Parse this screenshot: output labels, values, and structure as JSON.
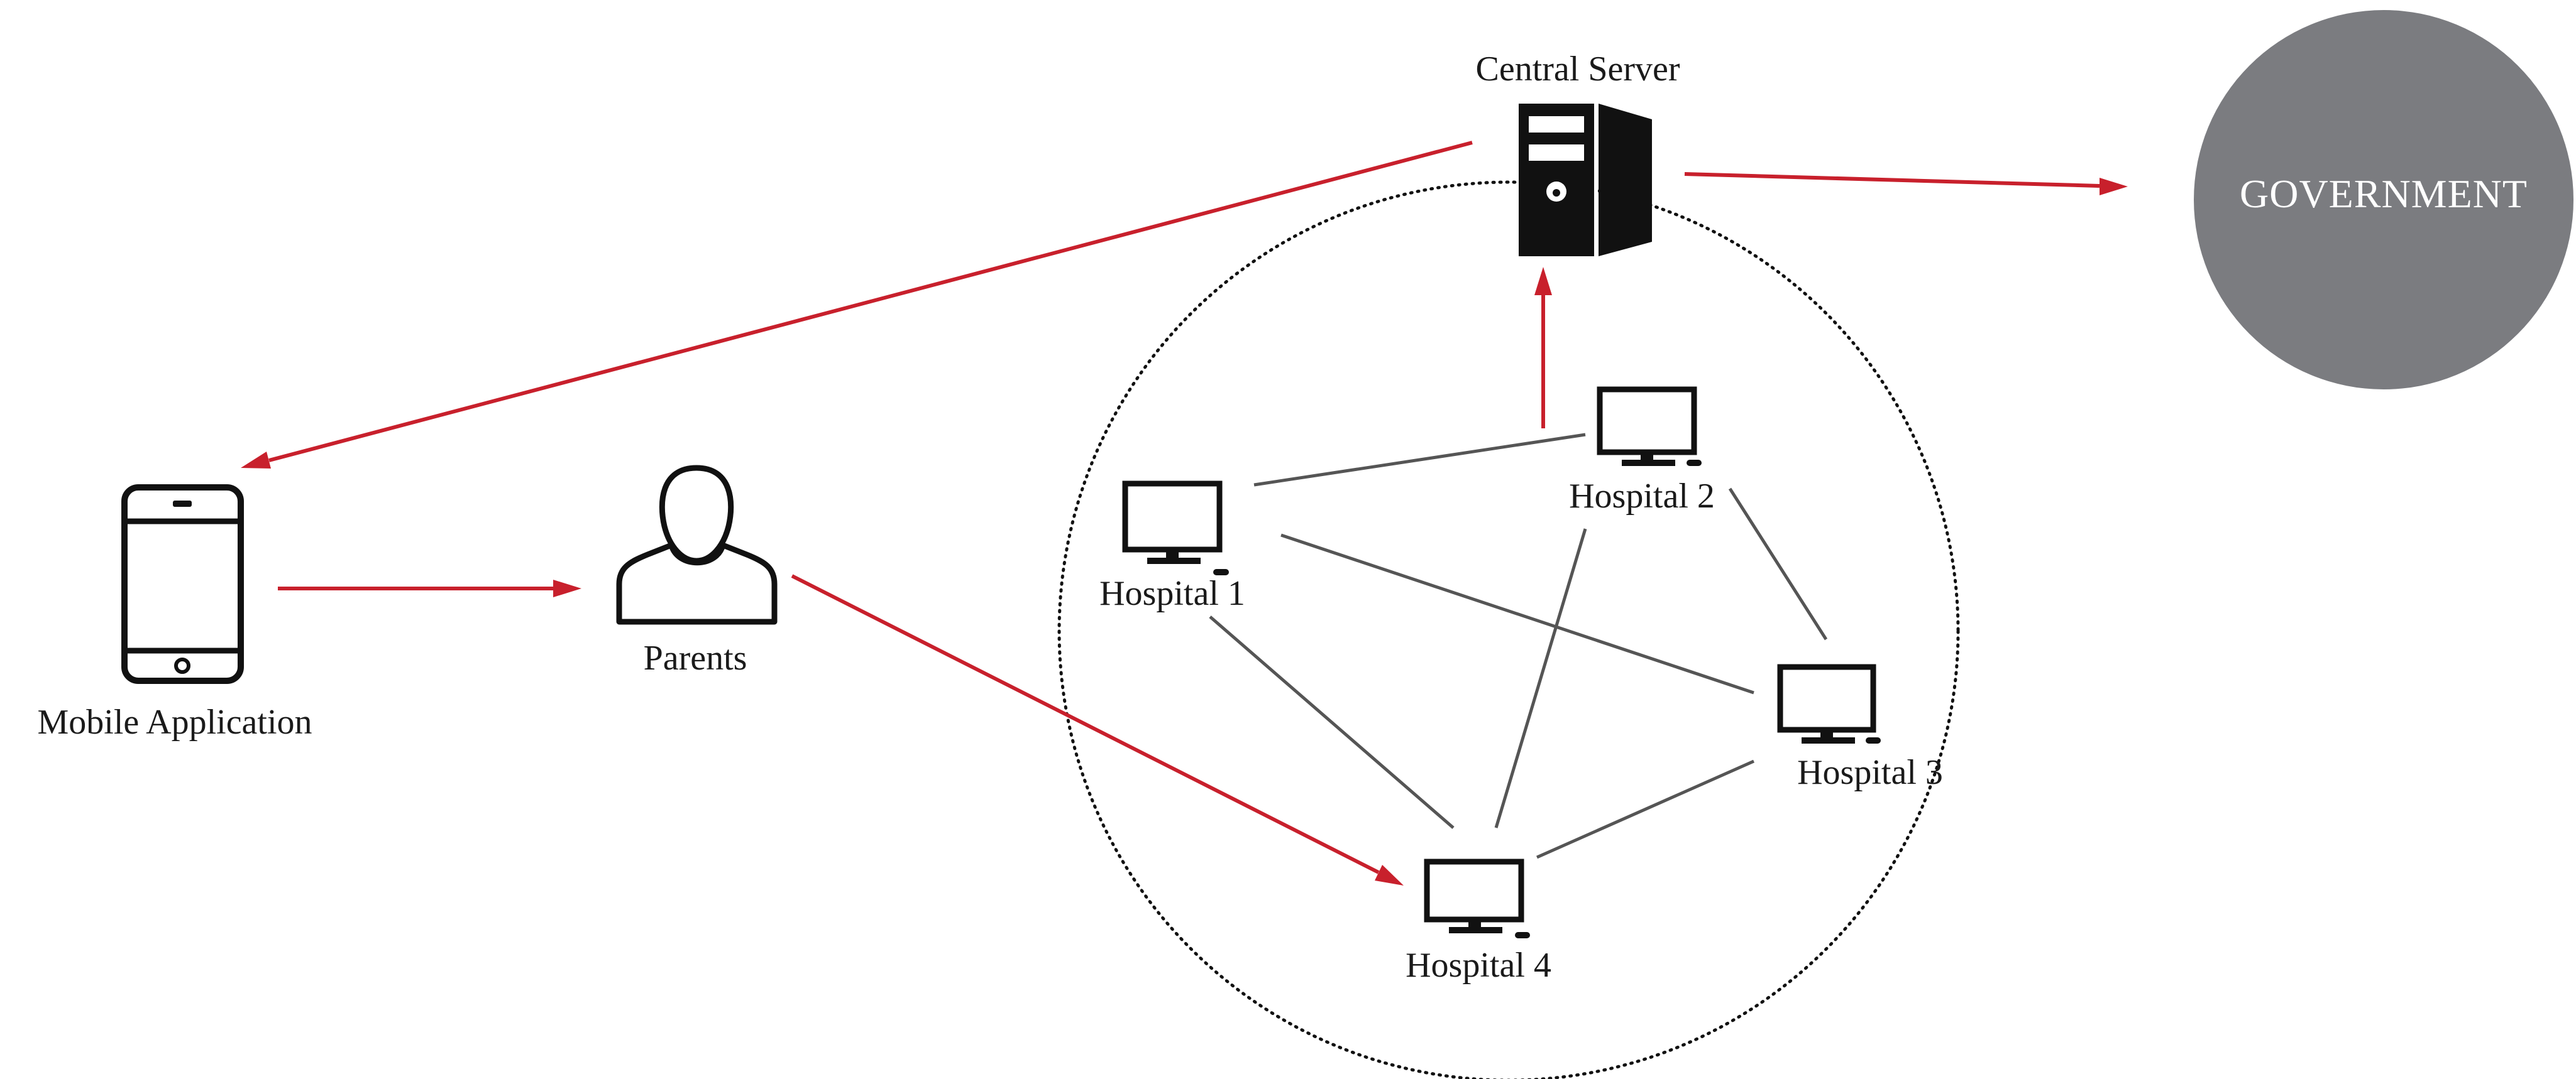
{
  "nodes": {
    "central_server": {
      "label": "Central Server",
      "icon": "server-icon"
    },
    "government": {
      "label": "GOVERNMENT",
      "icon": "circle-shape",
      "color": "#7b7c80"
    },
    "mobile_app": {
      "label": "Mobile Application",
      "icon": "smartphone-icon"
    },
    "parents": {
      "label": "Parents",
      "icon": "person-icon"
    },
    "hospital_1": {
      "label": "Hospital 1",
      "icon": "desktop-computer-icon"
    },
    "hospital_2": {
      "label": "Hospital 2",
      "icon": "desktop-computer-icon"
    },
    "hospital_3": {
      "label": "Hospital 3",
      "icon": "desktop-computer-icon"
    },
    "hospital_4": {
      "label": "Hospital 4",
      "icon": "desktop-computer-icon"
    }
  },
  "edges": {
    "directed": [
      {
        "from": "central_server",
        "to": "government"
      },
      {
        "from": "central_server",
        "to": "mobile_app"
      },
      {
        "from": "mobile_app",
        "to": "parents"
      },
      {
        "from": "parents",
        "to": "hospital_4"
      },
      {
        "from": "hospital_2",
        "to": "central_server"
      }
    ],
    "undirected": [
      {
        "from": "hospital_1",
        "to": "hospital_2"
      },
      {
        "from": "hospital_1",
        "to": "hospital_3"
      },
      {
        "from": "hospital_1",
        "to": "hospital_4"
      },
      {
        "from": "hospital_2",
        "to": "hospital_3"
      },
      {
        "from": "hospital_2",
        "to": "hospital_4"
      },
      {
        "from": "hospital_3",
        "to": "hospital_4"
      }
    ]
  },
  "colors": {
    "flow_arrow": "#c8202c",
    "peer_link": "#555555",
    "network_boundary": "#111111"
  }
}
